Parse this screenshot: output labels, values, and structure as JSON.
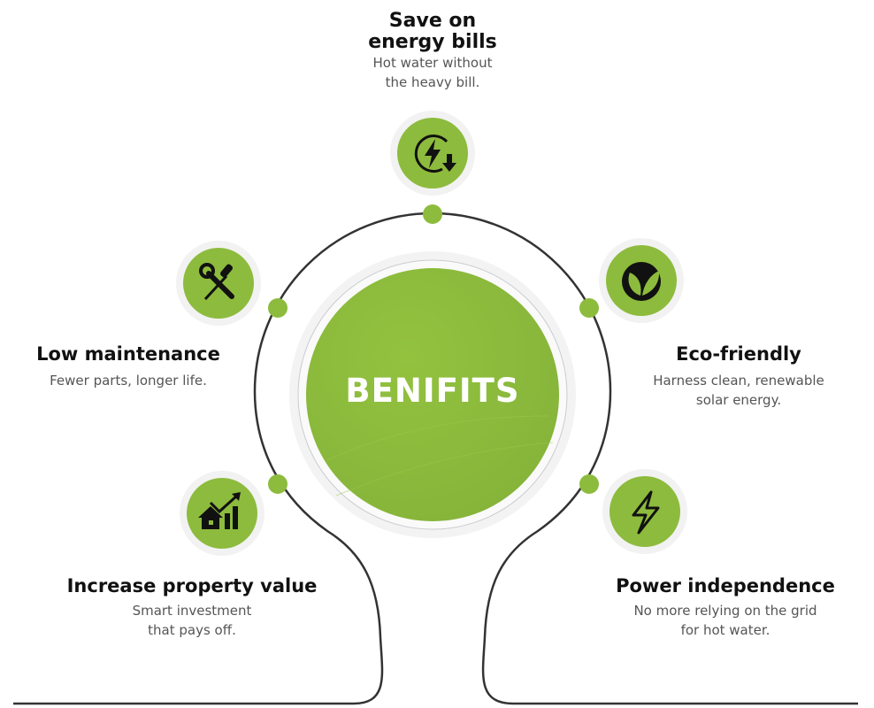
{
  "center": {
    "title": "BENIFITS"
  },
  "colors": {
    "accent": "#8dbb3d",
    "line": "#333333",
    "halo": "#f2f2f2"
  },
  "benefits": [
    {
      "title_line1": "Save on",
      "title_line2": "energy bills",
      "desc_line1": "Hot water without",
      "desc_line2": "the heavy bill.",
      "icon": "energy-saving-icon"
    },
    {
      "title": "Low maintenance",
      "desc_line1": "Fewer parts, longer life.",
      "icon": "tools-icon"
    },
    {
      "title": "Eco-friendly",
      "desc_line1": "Harness clean, renewable",
      "desc_line2": "solar energy.",
      "icon": "leaf-icon"
    },
    {
      "title": "Increase property value",
      "desc_line1": "Smart investment",
      "desc_line2": "that pays off.",
      "icon": "house-growth-icon"
    },
    {
      "title": "Power independence",
      "desc_line1": "No more relying on the grid",
      "desc_line2": "for hot water.",
      "icon": "lightning-icon"
    }
  ]
}
